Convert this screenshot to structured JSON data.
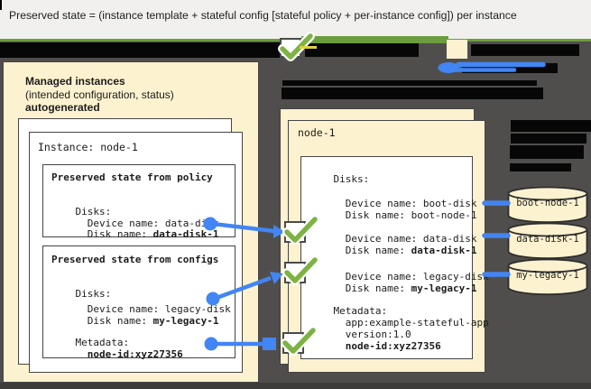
{
  "header": {
    "title": "Preserved state = (instance template + stateful config [stateful policy + per-instance config]) per instance"
  },
  "left_panel": {
    "heading1": "Managed instances",
    "heading2": "(intended configuration, status)",
    "heading3": "autogenerated",
    "instance_title": "Instance: node-1",
    "policy_box": {
      "title": "Preserved state from policy",
      "lines": [
        {
          "t": "Disks:"
        },
        {
          "t": "  Device name: data-disk"
        },
        {
          "t": "  Disk name: ",
          "b": "data-disk-1"
        }
      ]
    },
    "configs_box": {
      "title": "Preserved state from configs",
      "lines": [
        {
          "t": "Disks:"
        },
        {
          "t": "  Device name: legacy-disk"
        },
        {
          "t": "  Disk name: ",
          "b": "my-legacy-1"
        },
        {
          "t": "Metadata:"
        },
        {
          "t": "  ",
          "b": "node-id:xyz27356"
        }
      ]
    }
  },
  "right_panel": {
    "title": "node-1",
    "lines": [
      {
        "t": "Disks:"
      },
      {
        "t": "  Device name: boot-disk"
      },
      {
        "t": "  Disk name: boot-node-1"
      },
      {
        "t": "  Device name: data-disk"
      },
      {
        "t": "  Disk name: ",
        "b": "data-disk-1"
      },
      {
        "t": "  Device name: legacy-disk"
      },
      {
        "t": "  Disk name: ",
        "b": "my-legacy-1"
      },
      {
        "t": "Metadata:"
      },
      {
        "t": "  app:example-stateful-app"
      },
      {
        "t": "  version:1.0"
      },
      {
        "t": "  ",
        "b": "node-id:xyz27356"
      }
    ]
  },
  "disks": [
    {
      "label": "boot-node-1"
    },
    {
      "label": "data-disk-1"
    },
    {
      "label": "my-legacy-1"
    }
  ],
  "icons": {
    "check": "check-icon",
    "reference_dot": "reference-dot-icon",
    "disk_cylinder": "disk-cylinder-icon"
  },
  "colors": {
    "background": "#504e4c",
    "panel_yellow": "#fdf2cf",
    "accent_blue": "#4285f4",
    "check_green": "#7cb342",
    "legend_green_bar": "#6b9c3e",
    "title_bg": "#f1f0ee",
    "redaction_black": "#070707"
  }
}
